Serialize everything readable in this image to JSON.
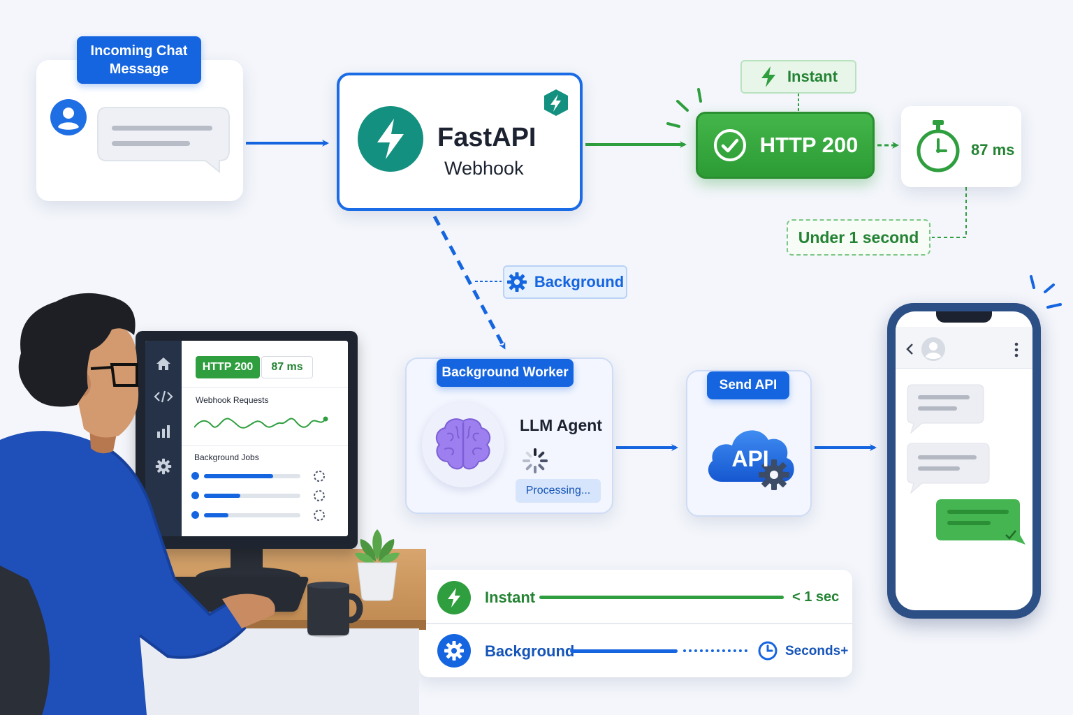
{
  "incoming": {
    "label": "Incoming Chat Message"
  },
  "webhook": {
    "title": "FastAPI",
    "subtitle": "Webhook"
  },
  "instant_tag": {
    "label": "Instant"
  },
  "http": {
    "status": "HTTP 200"
  },
  "timer": {
    "value": "87 ms"
  },
  "under": {
    "label": "Under 1 second"
  },
  "background_tag": {
    "label": "Background"
  },
  "worker": {
    "title": "Background Worker",
    "agent": "LLM Agent",
    "status": "Processing..."
  },
  "send_api": {
    "title": "Send API",
    "cloud_label": "API"
  },
  "monitor": {
    "status": "HTTP 200",
    "latency": "87 ms",
    "chart_title": "Webhook Requests",
    "jobs_title": "Background Jobs",
    "jobs": [
      {
        "progress": 0.72
      },
      {
        "progress": 0.38
      },
      {
        "progress": 0.25
      }
    ]
  },
  "legend": {
    "instant_label": "Instant",
    "instant_value": "< 1 sec",
    "background_label": "Background",
    "background_value": "Seconds+"
  },
  "colors": {
    "blue": "#1565e0",
    "green": "#2e9e3e",
    "teal": "#13907f",
    "accent_bg": "#f4f6fb"
  }
}
